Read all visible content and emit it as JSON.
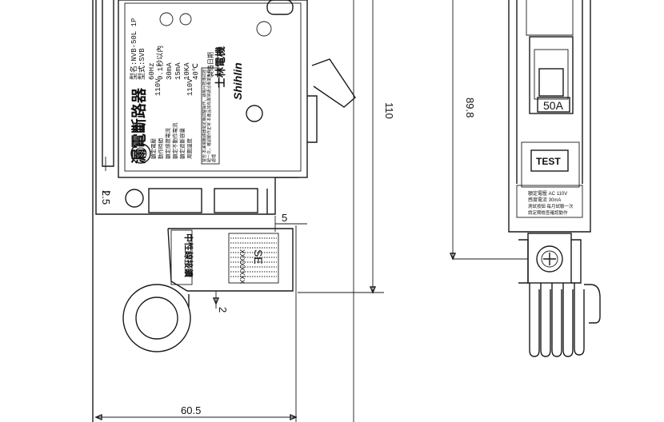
{
  "dimensions": {
    "width_front": "60.5",
    "height_total": "110",
    "height_side": "89.8",
    "gap_left": "2.5",
    "gap_top_right": "5",
    "gap_bottom": "2"
  },
  "label": {
    "title_cn": "漏電斷路器",
    "model_line": "型名:NVB-50L 1P",
    "type_line": "型式:SVB",
    "freq": "60Hz",
    "trip_time": "0.1秒以內",
    "sens_current": "30mA",
    "rated_current": "15mA",
    "breaking": "10KA",
    "temp": "40℃",
    "volt_1": "110V",
    "volt_2": "110V",
    "row_labels": [
      "額定電壓",
      "動作時間",
      "額定感度電流",
      "額定不動作電流",
      "額定遮斷容量",
      "周圍溫度"
    ],
    "warning": "警告:本漏電斷路器需定期試驗操作，請每月按測試按鈕一次，確認動作正常 本產品如有異常請洽專業人員處理",
    "brand_en": "Shihlin",
    "brand_cn": "士林電機",
    "made_in": "製造日期"
  },
  "lower_plate": {
    "cn_text": "中性線接續",
    "serial": "XXXXXXXX",
    "stamp": "SE"
  },
  "side": {
    "rating": "50A",
    "test_button": "TEST",
    "spec_line_1": "額定電壓 AC 110V",
    "spec_line_2": "感度電流 30mA",
    "spec_line_3": "測試按鈕 每月試驗一次",
    "spec_line_4": "請定期檢查確認動作"
  }
}
